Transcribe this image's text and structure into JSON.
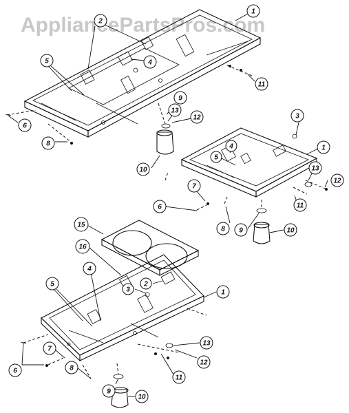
{
  "watermark": "AppliancePartsPros.com",
  "callouts": [
    "1",
    "2",
    "3",
    "4",
    "5",
    "6",
    "7",
    "8",
    "9",
    "10",
    "11",
    "12",
    "13",
    "15",
    "16"
  ]
}
